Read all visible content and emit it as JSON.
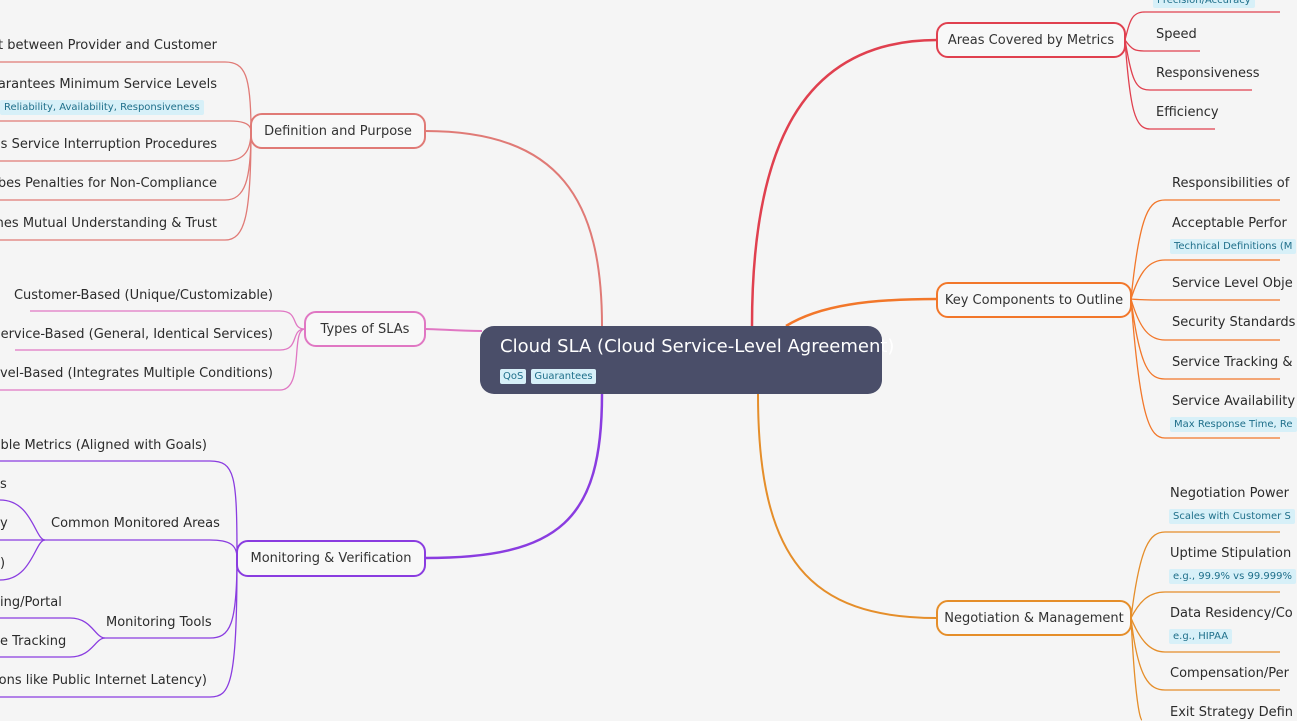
{
  "root": {
    "title": "Cloud SLA (Cloud Service-Level Agreement)",
    "tags": [
      "QoS",
      "Guarantees"
    ]
  },
  "colors": {
    "background": "#f5f5f5",
    "root": "#4a4e69",
    "definition": "#e07a76",
    "types": "#e077c3",
    "monitoring": "#8a3ce0",
    "areas": "#e0404f",
    "components": "#f2772a",
    "negotiation": "#e58e2a",
    "tag_bg": "#d7f0f8",
    "tag_text": "#1f6f8a"
  },
  "branches": {
    "definition": {
      "title": "Definition and Purpose",
      "items": {
        "agreement": "ent between Provider and Customer",
        "guarantees": "Guarantees Minimum Service Levels",
        "guarantees_tag": "Reliability, Availability, Responsiveness",
        "interruption": "rns Service Interruption Procedures",
        "penalties": "cribes Penalties for Non-Compliance",
        "trust": "lishes Mutual Understanding & Trust"
      }
    },
    "types": {
      "title": "Types of SLAs",
      "items": {
        "customer": "Customer-Based (Unique/Customizable)",
        "service": "Service-Based (General, Identical Services)",
        "multilevel": "ltilevel-Based (Integrates Multiple Conditions)"
      }
    },
    "monitoring": {
      "title": "Monitoring & Verification",
      "items": {
        "metrics": "urable Metrics (Aligned with Goals)",
        "areas_title": "Common Monitored Areas",
        "area_1": "s",
        "area_2": "y",
        "area_3": ")",
        "tools_title": "Monitoring Tools",
        "tool_1": "ing/Portal",
        "tool_2": "e Tracking",
        "exclusions": "usions like Public Internet Latency)"
      }
    },
    "areas": {
      "title": "Areas Covered by Metrics",
      "items": {
        "precision_tag": "Precision/Accuracy",
        "speed": "Speed",
        "responsiveness": "Responsiveness",
        "efficiency": "Efficiency"
      }
    },
    "components": {
      "title": "Key Components to Outline",
      "items": {
        "responsibilities": "Responsibilities of",
        "acceptable": "Acceptable Perfor",
        "acceptable_tag": "Technical Definitions (M",
        "objectives": "Service Level Obje",
        "security": "Security Standards",
        "tracking": "Service Tracking &",
        "availability": "Service Availability",
        "availability_tag": "Max Response Time, Re"
      }
    },
    "negotiation": {
      "title": "Negotiation & Management",
      "items": {
        "power": "Negotiation Power",
        "power_tag": "Scales with Customer S",
        "uptime": "Uptime Stipulation",
        "uptime_tag": "e.g., 99.9% vs 99.999%",
        "residency": "Data Residency/Co",
        "residency_tag": "e.g., HIPAA",
        "compensation": "Compensation/Per",
        "exit": "Exit Strategy Defin"
      }
    }
  }
}
